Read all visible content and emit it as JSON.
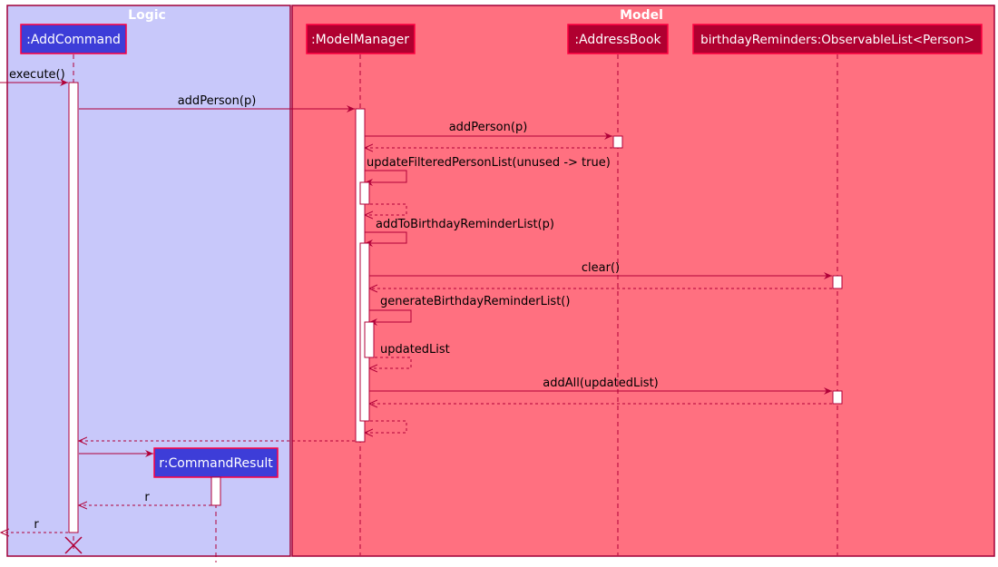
{
  "colors": {
    "logic_box": "#c8c8fa",
    "model_box": "#ff7080",
    "frame_stroke": "#a00038",
    "logic_participant": "#3d3dd8",
    "model_participant": "#b00030",
    "participant_border": "#ff0040",
    "arrow": "#b00038",
    "activation_fill": "#ffffff",
    "box_title": "#ffffff"
  },
  "boxes": [
    {
      "id": "logic",
      "title": "Logic"
    },
    {
      "id": "model",
      "title": "Model"
    }
  ],
  "participants": [
    {
      "id": "addcommand",
      "label": ":AddCommand",
      "box": "logic"
    },
    {
      "id": "modelmanager",
      "label": ":ModelManager",
      "box": "model"
    },
    {
      "id": "addressbook",
      "label": ":AddressBook",
      "box": "model"
    },
    {
      "id": "reminders",
      "label": "birthdayReminders:ObservableList<Person>",
      "box": "model"
    },
    {
      "id": "commandresult",
      "label": "r:CommandResult",
      "box": "logic"
    }
  ],
  "messages": [
    {
      "id": "execute",
      "label": "execute()",
      "from": "external",
      "to": "addcommand",
      "style": "call"
    },
    {
      "id": "addperson-mm",
      "label": "addPerson(p)",
      "from": "addcommand",
      "to": "modelmanager",
      "style": "call"
    },
    {
      "id": "addperson-ab",
      "label": "addPerson(p)",
      "from": "modelmanager",
      "to": "addressbook",
      "style": "call"
    },
    {
      "id": "return-ab",
      "label": "",
      "from": "addressbook",
      "to": "modelmanager",
      "style": "return"
    },
    {
      "id": "update-filtered",
      "label": "updateFilteredPersonList(unused -> true)",
      "from": "modelmanager",
      "to": "modelmanager",
      "style": "self"
    },
    {
      "id": "return-update",
      "label": "",
      "from": "modelmanager",
      "to": "modelmanager",
      "style": "self-return"
    },
    {
      "id": "add-to-reminders",
      "label": "addToBirthdayReminderList(p)",
      "from": "modelmanager",
      "to": "modelmanager",
      "style": "self"
    },
    {
      "id": "clear",
      "label": "clear()",
      "from": "modelmanager",
      "to": "reminders",
      "style": "call"
    },
    {
      "id": "return-clear",
      "label": "",
      "from": "reminders",
      "to": "modelmanager",
      "style": "return"
    },
    {
      "id": "generate",
      "label": "generateBirthdayReminderList()",
      "from": "modelmanager",
      "to": "modelmanager",
      "style": "self"
    },
    {
      "id": "updated-list",
      "label": "updatedList",
      "from": "modelmanager",
      "to": "modelmanager",
      "style": "self-return"
    },
    {
      "id": "addall",
      "label": "addAll(updatedList)",
      "from": "modelmanager",
      "to": "reminders",
      "style": "call"
    },
    {
      "id": "return-addall",
      "label": "",
      "from": "reminders",
      "to": "modelmanager",
      "style": "return"
    },
    {
      "id": "return-add-to-reminders",
      "label": "",
      "from": "modelmanager",
      "to": "modelmanager",
      "style": "self-return"
    },
    {
      "id": "return-mm",
      "label": "",
      "from": "modelmanager",
      "to": "addcommand",
      "style": "return"
    },
    {
      "id": "create-result",
      "label": "",
      "from": "addcommand",
      "to": "commandresult",
      "style": "create"
    },
    {
      "id": "return-result",
      "label": "r",
      "from": "commandresult",
      "to": "addcommand",
      "style": "return"
    },
    {
      "id": "return-execute",
      "label": "r",
      "from": "addcommand",
      "to": "external",
      "style": "return"
    }
  ]
}
